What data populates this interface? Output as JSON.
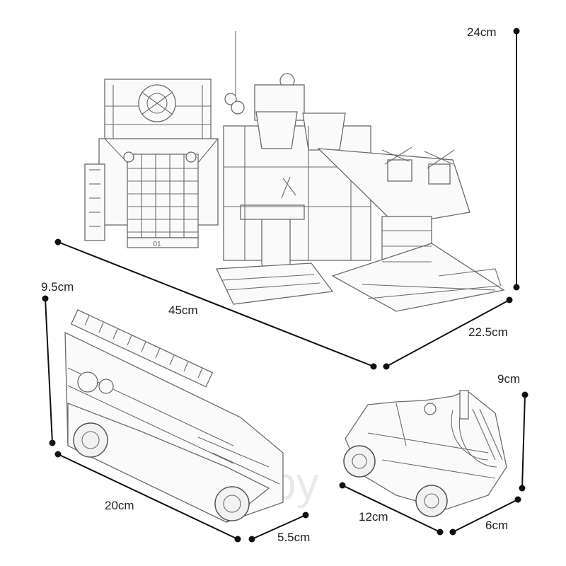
{
  "watermark": "fs1.by",
  "dimensions": {
    "station_height": "24cm",
    "station_length": "45cm",
    "station_depth": "22.5cm",
    "truck_height": "9.5cm",
    "truck_length": "20cm",
    "truck_width": "5.5cm",
    "pickup_height": "9cm",
    "pickup_length": "12cm",
    "pickup_width": "6cm"
  },
  "station_plate_text": "01",
  "colors": {
    "line": "#111111",
    "drawing": "#6b6b6b",
    "label": "#222222"
  }
}
